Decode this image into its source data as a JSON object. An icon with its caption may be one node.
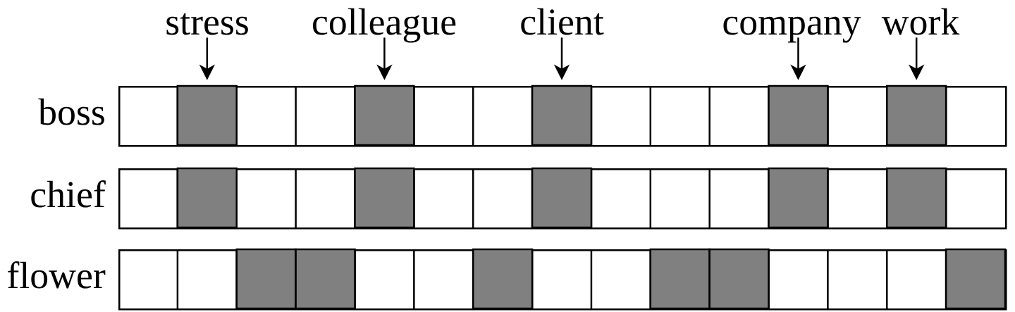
{
  "diagram": {
    "nodes": [
      {
        "text": [
          "stress"
        ]
      },
      {
        "text": [
          "colleague"
        ]
      },
      {
        "text": [
          "client"
        ]
      },
      {
        "text": [
          "company"
        ]
      },
      {
        "text": [
          "work"
        ]
      },
      {
        "text": [
          "boss"
        ]
      },
      {
        "text": [],
        "shape": "box",
        "in": 5
      },
      {
        "text": [],
        "shape": "box",
        "in": 5
      },
      {
        "text": [],
        "shape": "box",
        "in": 5
      },
      {
        "text": [],
        "shape": "box",
        "in": 5
      },
      {
        "text": [],
        "shape": "box",
        "in": 5
      },
      {
        "text": [
          "chief"
        ]
      },
      {
        "text": [],
        "shape": "box",
        "in": 11
      },
      {
        "text": [],
        "shape": "box",
        "in": 11
      },
      {
        "text": [],
        "shape": "box",
        "in": 11
      },
      {
        "text": [],
        "shape": "box",
        "in": 11
      },
      {
        "text": [],
        "shape": "box",
        "in": 11
      },
      {
        "text": [
          "flower"
        ]
      },
      {
        "text": [],
        "shape": "box",
        "in": 17
      },
      {
        "text": [],
        "shape": "box",
        "in": 17
      },
      {
        "text": [],
        "shape": "box",
        "in": 17
      },
      {
        "text": [],
        "shape": "box",
        "in": 17
      },
      {
        "text": [],
        "shape": "box",
        "in": 17
      },
      {
        "text": [],
        "shape": "box",
        "in": 17
      }
    ],
    "edges": [
      {
        "from": 0,
        "to": 6,
        "arrow": "to"
      },
      {
        "from": 1,
        "to": 7,
        "arrow": "to"
      },
      {
        "from": 2,
        "to": 8,
        "arrow": "to"
      },
      {
        "from": 3,
        "to": 9,
        "arrow": "to"
      },
      {
        "from": 4,
        "to": 10,
        "arrow": "to"
      }
    ]
  }
}
